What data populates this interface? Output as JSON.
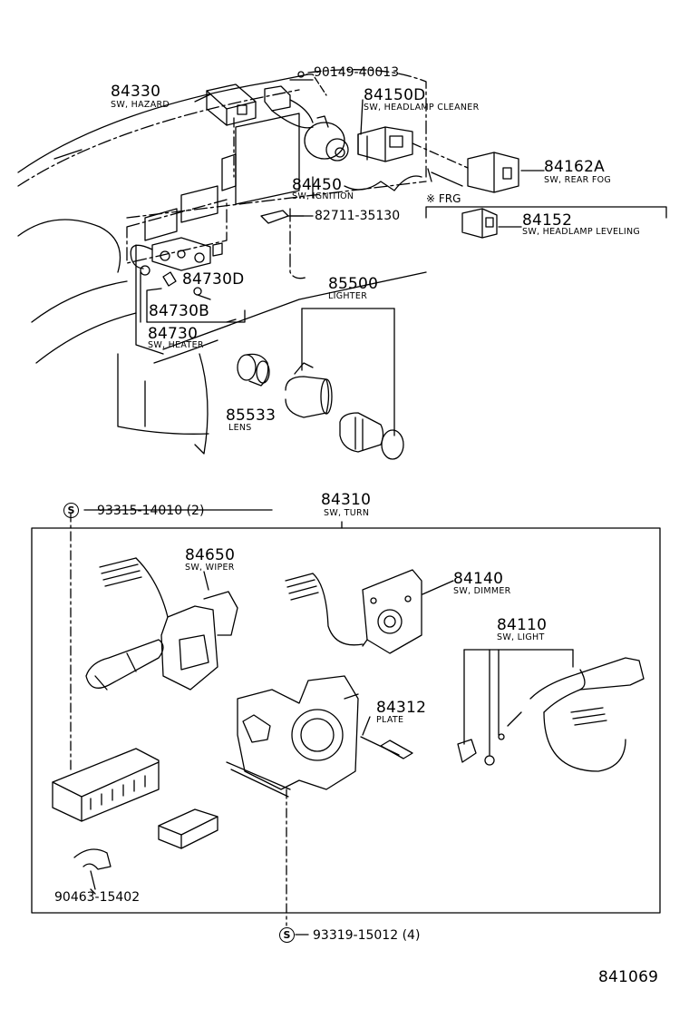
{
  "labels": {
    "p84330": {
      "num": "84330",
      "desc": "SW, HAZARD"
    },
    "p90149": {
      "num": "90149-40013"
    },
    "p84150D": {
      "num": "84150D",
      "desc": "SW, HEADLAMP CLEANER"
    },
    "p84162A": {
      "num": "84162A",
      "desc": "SW, REAR FOG"
    },
    "p84450": {
      "num": "84450",
      "desc": "SW, IGNITION"
    },
    "frg": "※ FRG",
    "p82711": {
      "num": "82711-35130"
    },
    "p84152": {
      "num": "84152",
      "desc": "SW, HEADLAMP LEVELING"
    },
    "p84730D": {
      "num": "84730D"
    },
    "p84730B": {
      "num": "84730B"
    },
    "p84730": {
      "num": "84730",
      "desc": "SW, HEATER"
    },
    "p85500": {
      "num": "85500",
      "desc": "LIGHTER"
    },
    "p85533": {
      "num": "85533",
      "desc": "LENS"
    },
    "p93315": {
      "sym": "S",
      "num": "93315-14010 (2)"
    },
    "p84310": {
      "num": "84310",
      "desc": "SW, TURN"
    },
    "p84650": {
      "num": "84650",
      "desc": "SW, WIPER"
    },
    "p84140": {
      "num": "84140",
      "desc": "SW, DIMMER"
    },
    "p84110": {
      "num": "84110",
      "desc": "SW, LIGHT"
    },
    "p84312": {
      "num": "84312",
      "desc": "PLATE"
    },
    "p90463": {
      "num": "90463-15402"
    },
    "p93319": {
      "sym": "S",
      "num": "93319-15012 (4)"
    },
    "figure_number": "841069"
  }
}
